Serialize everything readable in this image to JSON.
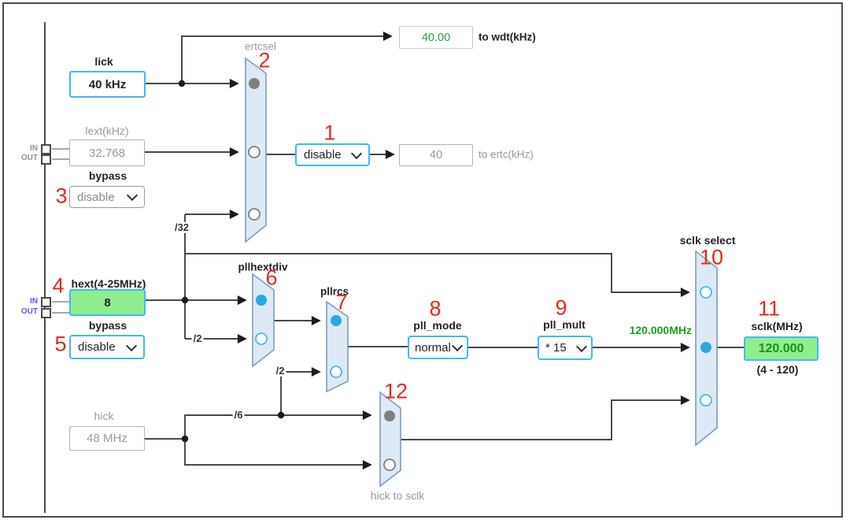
{
  "badges": {
    "b1": "1",
    "b2": "2",
    "b3": "3",
    "b4": "4",
    "b5": "5",
    "b6": "6",
    "b7": "7",
    "b8": "8",
    "b9": "9",
    "b10": "10",
    "b11": "11",
    "b12": "12"
  },
  "sources": {
    "lick": {
      "label": "lick",
      "value": "40 kHz"
    },
    "lext": {
      "label": "lext(kHz)",
      "value": "32.768",
      "port_in": "IN",
      "port_out": "OUT",
      "bypass_label": "bypass",
      "bypass_value": "disable"
    },
    "hext": {
      "label": "hext(4-25MHz)",
      "value": "8",
      "port_in": "IN",
      "port_out": "OUT",
      "bypass_label": "bypass",
      "bypass_value": "disable"
    },
    "hick": {
      "label": "hick",
      "value": "48 MHz"
    }
  },
  "muxes": {
    "ertcsel": {
      "label": "ertcsel"
    },
    "pllhextdiv": {
      "label": "pllhextdiv"
    },
    "pllrcs": {
      "label": "pllrcs"
    },
    "sclk_select": {
      "label": "sclk select"
    },
    "hick_to_sclk": {
      "label": "hick to sclk"
    }
  },
  "dropdowns": {
    "ertc_enable": {
      "value": "disable"
    },
    "pll_mode": {
      "label": "pll_mode",
      "value": "normal"
    },
    "pll_mult": {
      "label": "pll_mult",
      "value": "* 15"
    }
  },
  "dividers": {
    "ertc": "/32",
    "pll_prediv": "/2",
    "pllrcs_in2": "/2",
    "hick": "/6"
  },
  "outputs": {
    "wdt": {
      "value": "40.00",
      "caption": "to wdt(kHz)"
    },
    "ertc": {
      "value": "40",
      "caption": "to ertc(kHz)"
    },
    "pll_freq": "120.000MHz",
    "sclk": {
      "label": "sclk(MHz)",
      "value": "120.000",
      "range": "(4 - 120)"
    }
  },
  "colors": {
    "accent_cyan": "#45b9ee",
    "green_fill": "#90ee90",
    "green_value_dark": "#149414",
    "green_value_light": "#27a045",
    "wire_freq_green": "#1e9c1e",
    "badge_red": "#e8281f",
    "mux_fill": "#dde9f5",
    "mux_stroke": "#7d9cbe",
    "wire": "#2f2f2f",
    "gray_text": "#9a9a9a",
    "selected_blue": "#29a9e0",
    "selected_gray": "#7f7f7f",
    "port_blue": "#5a5af0",
    "port_gray": "#8f959b"
  }
}
